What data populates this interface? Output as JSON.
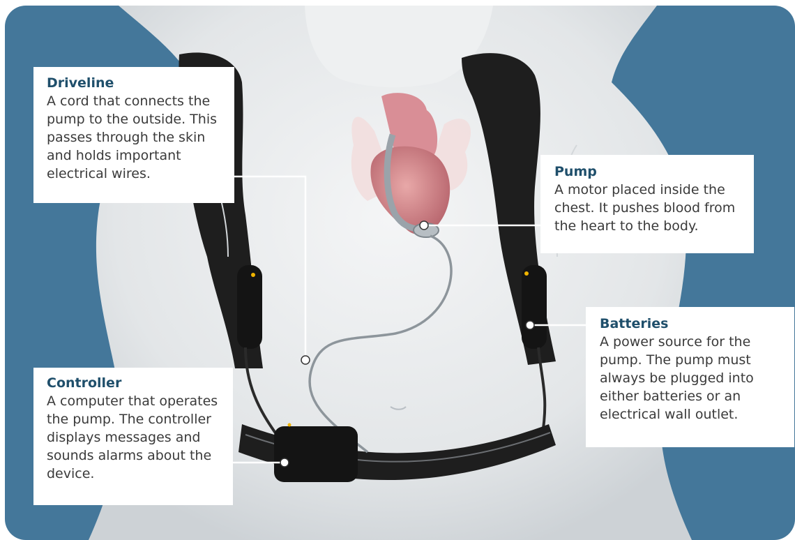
{
  "colors": {
    "background": "#44779a",
    "body": "#e6e8ea",
    "harness": "#1e1e1e",
    "device": "#141414",
    "heart": "#d9868a",
    "title_text": "#1f4f6b",
    "body_text": "#3a3a3a"
  },
  "labels": {
    "driveline": {
      "title": "Driveline",
      "description": "A cord that connects the pump to the outside. This passes through the skin and holds important electrical wires."
    },
    "pump": {
      "title": "Pump",
      "description": "A motor placed inside the chest. It pushes blood from the heart to the body."
    },
    "batteries": {
      "title": "Batteries",
      "description": "A power source for the pump. The pump must always be plugged into either batteries or an electrical wall outlet."
    },
    "controller": {
      "title": "Controller",
      "description": "A computer that operates the pump. The controller displays messages and sounds alarms about the device."
    }
  }
}
